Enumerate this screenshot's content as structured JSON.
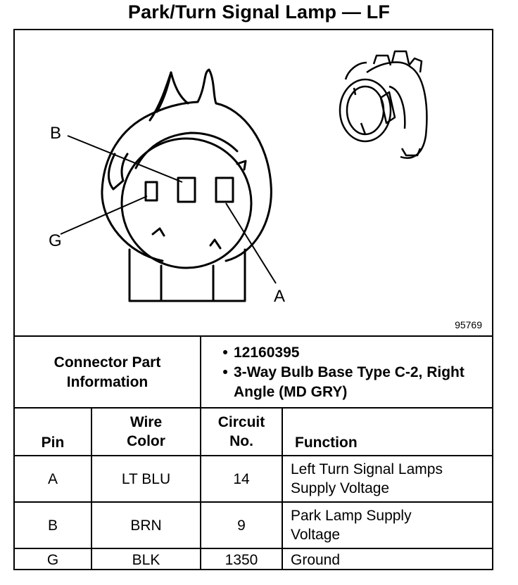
{
  "title": "Park/Turn Signal Lamp — LF",
  "figure_number": "95769",
  "pin_callouts": {
    "b": "B",
    "g": "G",
    "a": "A"
  },
  "connector_info": {
    "label": "Connector Part Information",
    "bullets": [
      "12160395",
      "3-Way Bulb Base Type C-2, Right Angle (MD GRY)"
    ]
  },
  "table": {
    "headers": {
      "pin": "Pin",
      "wire_color": "Wire Color",
      "circuit": "Circuit No.",
      "function": "Function"
    },
    "rows": [
      {
        "pin": "A",
        "color": "LT BLU",
        "circuit": "14",
        "function": "Left Turn Signal Lamps Supply Voltage"
      },
      {
        "pin": "B",
        "color": "BRN",
        "circuit": "9",
        "function": "Park Lamp Supply Voltage"
      },
      {
        "pin": "G",
        "color": "BLK",
        "circuit": "1350",
        "function": "Ground"
      }
    ]
  }
}
